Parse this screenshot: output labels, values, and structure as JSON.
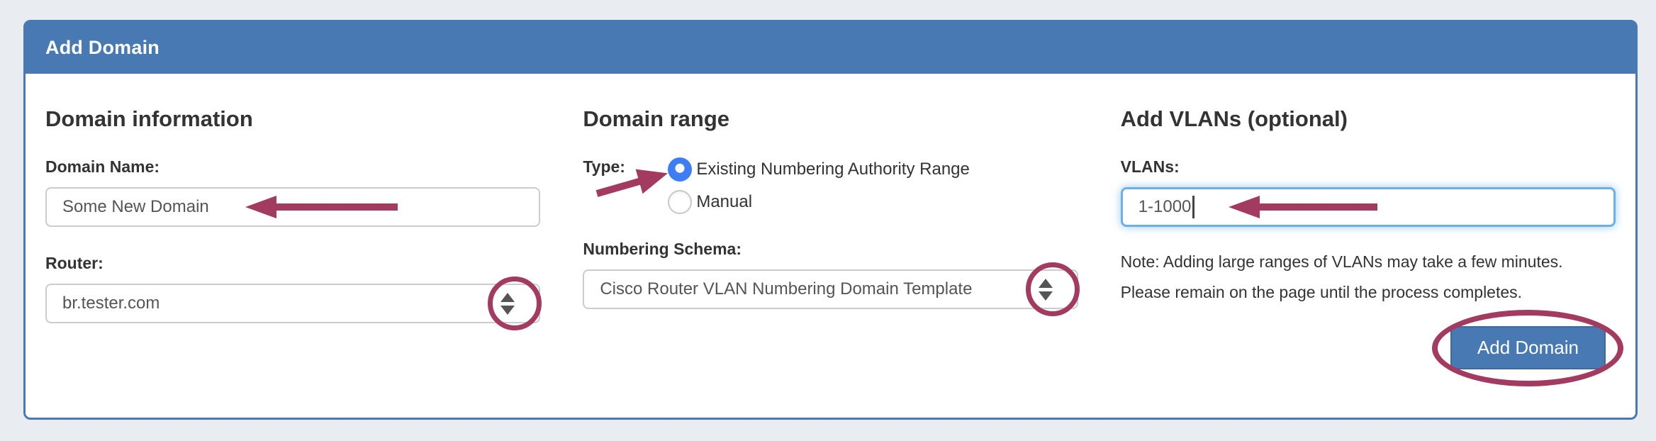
{
  "colors": {
    "header_blue": "#4879b2",
    "page_background": "#e9edf1",
    "annotation_accent": "#a23b5f",
    "focus_border": "#66afe9",
    "radio_selected_blue": "#3d7ef2",
    "input_border": "#cccccc",
    "text_dark": "#333333",
    "input_text": "#555555"
  },
  "panel": {
    "title": "Add Domain"
  },
  "domain_information": {
    "heading": "Domain information",
    "domain_name_label": "Domain Name:",
    "domain_name_value": "Some New Domain",
    "router_label": "Router:",
    "router_value": "br.tester.com"
  },
  "domain_range": {
    "heading": "Domain range",
    "type_label": "Type:",
    "options": [
      {
        "label": "Existing Numbering Authority Range",
        "selected": true
      },
      {
        "label": "Manual",
        "selected": false
      }
    ],
    "numbering_schema_label": "Numbering Schema:",
    "numbering_schema_value": "Cisco Router VLAN Numbering Domain Template"
  },
  "add_vlans": {
    "heading": "Add VLANs (optional)",
    "vlans_label": "VLANs:",
    "vlans_value": "1-1000",
    "note": "Note: Adding large ranges of VLANs may take a few minutes. Please remain on the page until the process completes.",
    "add_button_label": "Add Domain"
  }
}
